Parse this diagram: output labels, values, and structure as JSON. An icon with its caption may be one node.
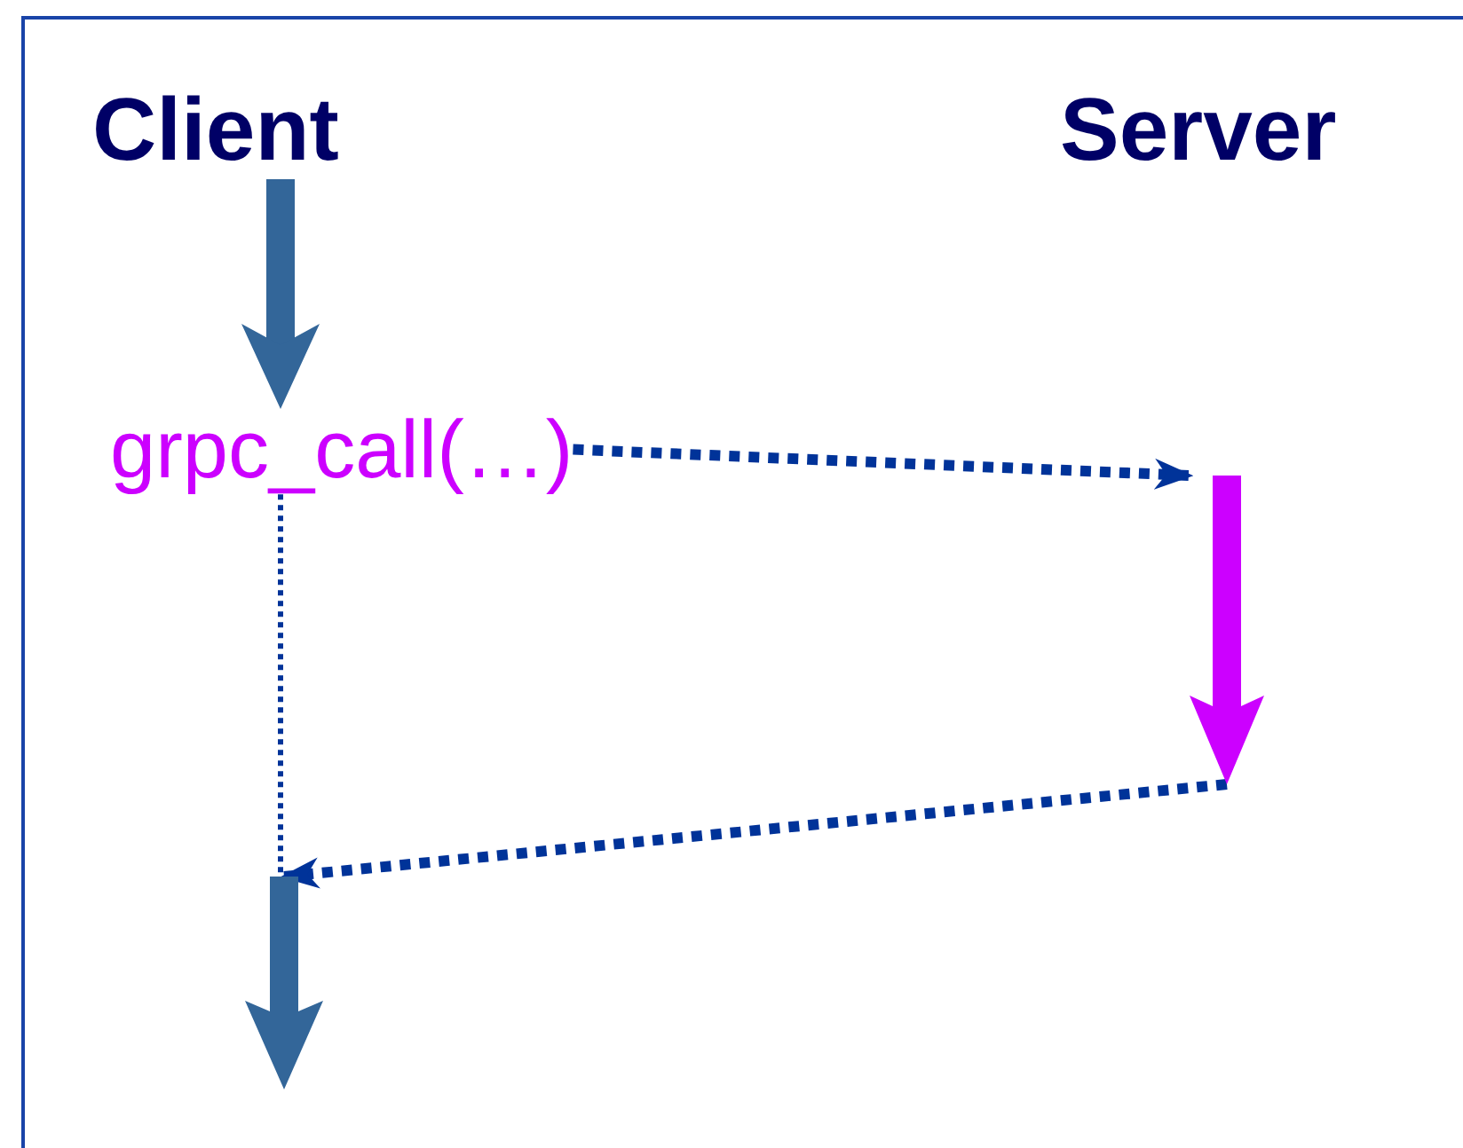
{
  "diagram": {
    "nodes": [
      {
        "text": [
          "Client"
        ]
      },
      {
        "text": [
          "Server"
        ]
      },
      {
        "text": [
          "grpc_call(…)"
        ]
      },
      {
        "text": [],
        "shape": "arrow"
      },
      {
        "text": [],
        "shape": "arrow"
      }
    ],
    "edges": [
      {
        "from": 0,
        "to": 2,
        "arrow": "to",
        "style": "thick",
        "color": "#336699"
      },
      {
        "from": 2,
        "to": 3,
        "arrow": "to",
        "style": "dashed"
      },
      {
        "from": 3,
        "to": 4,
        "arrow": "to",
        "style": "dashed"
      },
      {
        "from": 2,
        "to": 4,
        "arrow": "none",
        "style": "dashed"
      }
    ]
  }
}
